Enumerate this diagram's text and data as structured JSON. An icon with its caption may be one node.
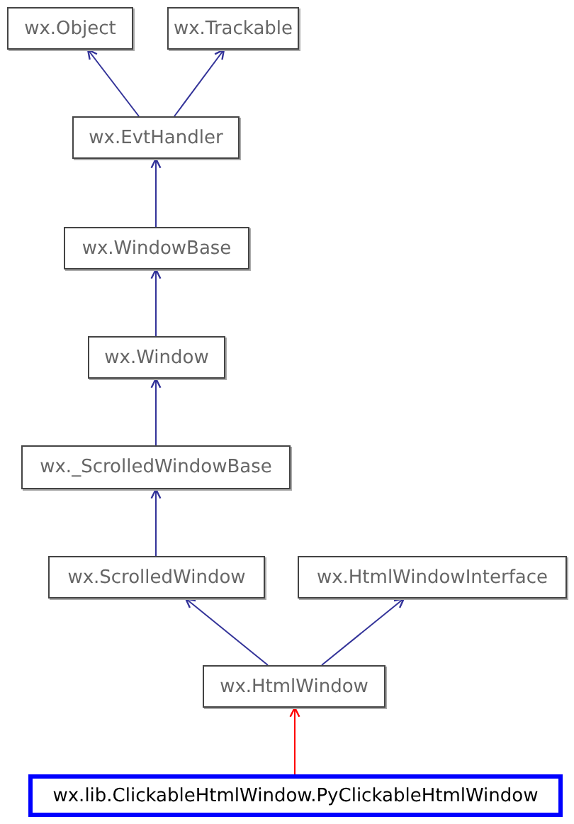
{
  "diagram": {
    "nodes": [
      {
        "text": [
          "wx.Object"
        ]
      },
      {
        "text": [
          "wx.Trackable"
        ]
      },
      {
        "text": [
          "wx.EvtHandler"
        ]
      },
      {
        "text": [
          "wx.WindowBase"
        ]
      },
      {
        "text": [
          "wx.Window"
        ]
      },
      {
        "text": [
          "wx._ScrolledWindowBase"
        ]
      },
      {
        "text": [
          "wx.ScrolledWindow"
        ]
      },
      {
        "text": [
          "wx.HtmlWindowInterface"
        ]
      },
      {
        "text": [
          "wx.HtmlWindow"
        ]
      },
      {
        "text": [
          "wx.lib.ClickableHtmlWindow.PyClickableHtmlWindow"
        ]
      }
    ],
    "edges": [
      {
        "from": 2,
        "to": 0,
        "arrow": "to"
      },
      {
        "from": 2,
        "to": 1,
        "arrow": "to"
      },
      {
        "from": 3,
        "to": 2,
        "arrow": "to"
      },
      {
        "from": 4,
        "to": 3,
        "arrow": "to"
      },
      {
        "from": 5,
        "to": 4,
        "arrow": "to"
      },
      {
        "from": 6,
        "to": 5,
        "arrow": "to"
      },
      {
        "from": 8,
        "to": 6,
        "arrow": "to"
      },
      {
        "from": 8,
        "to": 7,
        "arrow": "to"
      },
      {
        "from": 9,
        "to": 8,
        "arrow": "to",
        "color": "#ff0000"
      }
    ]
  }
}
